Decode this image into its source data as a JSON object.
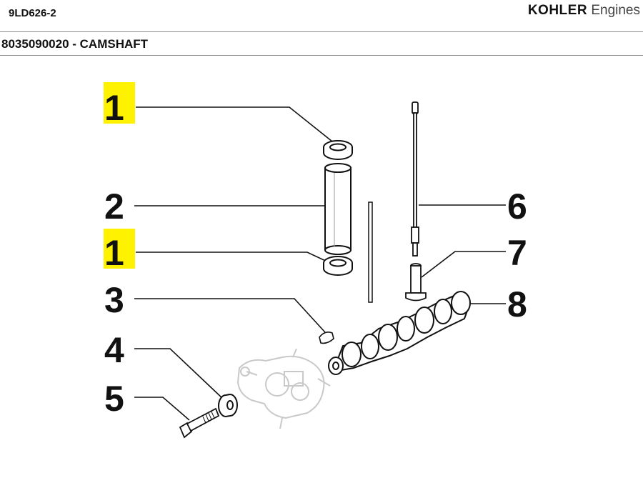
{
  "header": {
    "model": "9LD626-2",
    "brand_bold": "KOHLER",
    "brand_light": " Engines"
  },
  "part_title": "8035090020 - CAMSHAFT",
  "colors": {
    "highlight": "#fff200",
    "line": "#111111",
    "divider": "#8a8a8a"
  },
  "callouts": [
    {
      "id": "c1a",
      "label": "1",
      "highlighted": true
    },
    {
      "id": "c2",
      "label": "2",
      "highlighted": false
    },
    {
      "id": "c1b",
      "label": "1",
      "highlighted": true
    },
    {
      "id": "c3",
      "label": "3",
      "highlighted": false
    },
    {
      "id": "c4",
      "label": "4",
      "highlighted": false
    },
    {
      "id": "c5",
      "label": "5",
      "highlighted": false
    },
    {
      "id": "c6",
      "label": "6",
      "highlighted": false
    },
    {
      "id": "c7",
      "label": "7",
      "highlighted": false
    },
    {
      "id": "c8",
      "label": "8",
      "highlighted": false
    }
  ]
}
